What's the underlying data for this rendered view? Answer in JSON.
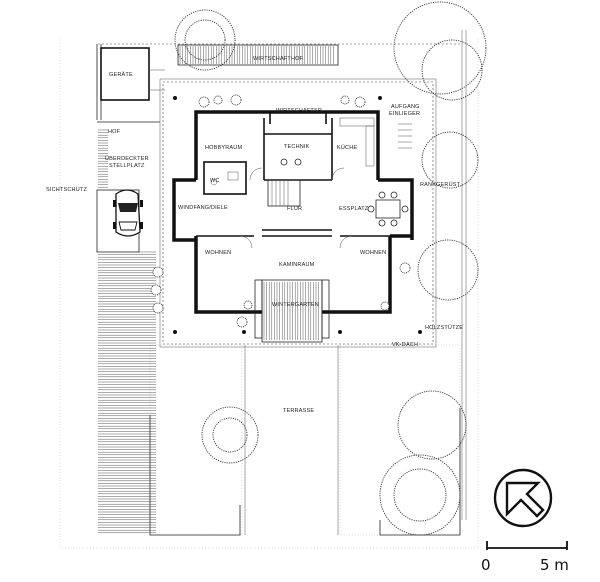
{
  "plan": {
    "labels": {
      "geraete": "GERÄTE",
      "wirtschaftshof": "WIRTSCHAFTHOF",
      "hof": "HOF",
      "ueberdeckter_stellplatz_1": "ÜBERDECKTER",
      "ueberdeckter_stellplatz_2": "STELLPLATZ",
      "sichtschutz": "SICHTSCHUTZ",
      "wirtschaftsr": "WIRTSCHAFTSR.",
      "aufgang_1": "AUFGANG",
      "aufgang_2": "EINLIEGER",
      "hobbyraum": "HOBBYRAUM",
      "technik": "TECHNIK",
      "kueche": "KÜCHE",
      "wc": "WC",
      "rankgeruest": "RANKGERÜST",
      "windfang": "WINDFANG/DIELE",
      "flur": "FLUR",
      "essplatz": "ESSPLATZ",
      "wohnen_left": "WOHNEN",
      "kaminraum": "KAMINRAUM",
      "wohnen_right": "WOHNEN",
      "wintergarten": "WINTERGARTEN",
      "holzstuetze": "HOLZSTÜTZE",
      "vk_dach": "VK-DACH",
      "terrasse": "TERRASSE"
    },
    "scale_bar": {
      "start_label": "0",
      "end_label": "5 m"
    },
    "icons": {
      "north": "north-arrow-icon",
      "car": "car-icon"
    }
  }
}
